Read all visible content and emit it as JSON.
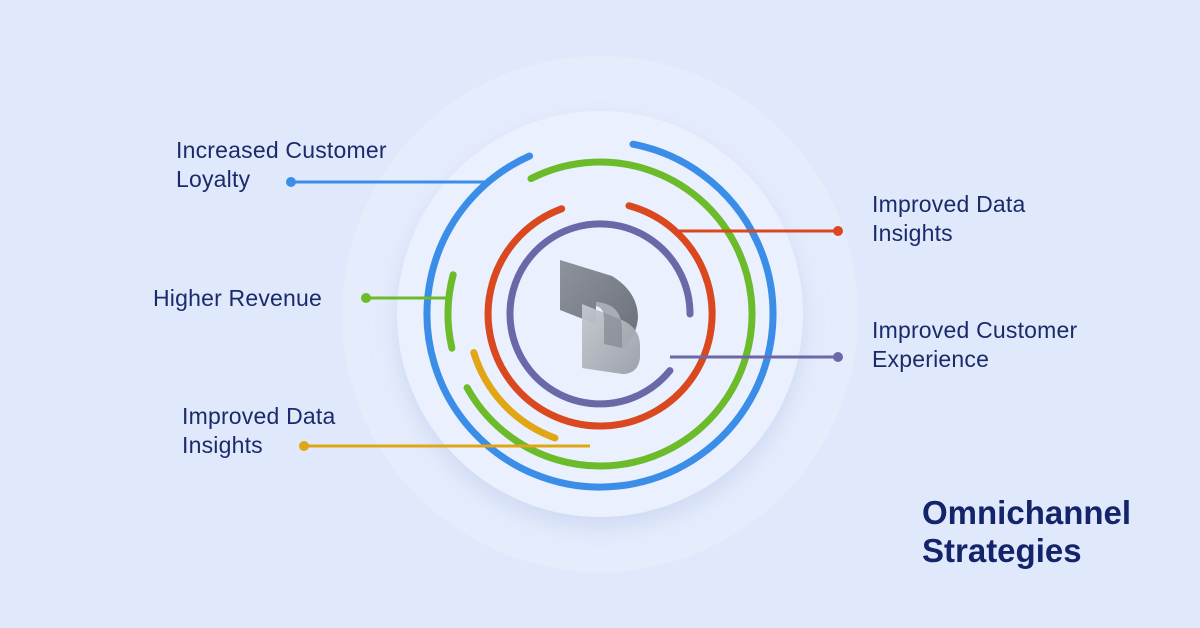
{
  "title": {
    "line1": "Omnichannel",
    "line2": "Strategies"
  },
  "labels": {
    "loyalty": {
      "line1": "Increased Customer",
      "line2": "Loyalty",
      "color": "#3a8ee8"
    },
    "revenue": {
      "line1": "Higher Revenue",
      "color": "#6cbb2b"
    },
    "insights_left": {
      "line1": "Improved Data",
      "line2": "Insights",
      "color": "#e0a615"
    },
    "insights_right": {
      "line1": "Improved Data",
      "line2": "Insights",
      "color": "#d9481f"
    },
    "experience": {
      "line1": "Improved Customer",
      "line2": "Experience",
      "color": "#6b68a8"
    }
  },
  "colors": {
    "background": "#e0e9fb",
    "blue": "#3a8ee8",
    "green": "#6cbb2b",
    "yellow": "#e0a615",
    "red": "#d9481f",
    "purple": "#6b68a8",
    "text": "#1a2a6b"
  },
  "logo": "dynamics-logo"
}
